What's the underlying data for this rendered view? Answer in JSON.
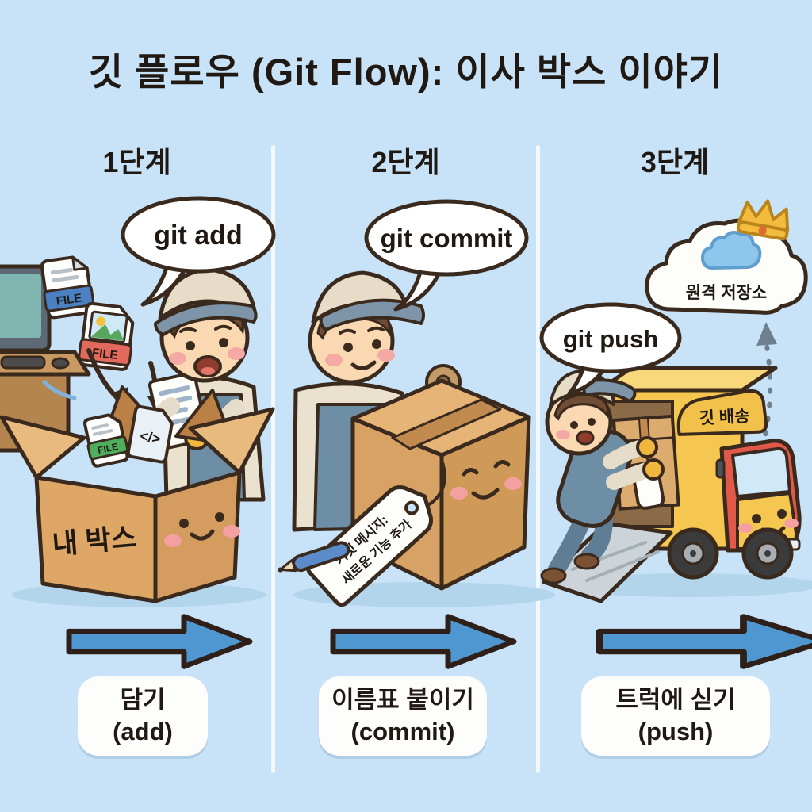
{
  "title": "깃 플로우 (Git Flow): 이사 박스 이야기",
  "panels": [
    {
      "header": "1단계",
      "bubble": "git add",
      "file_doc": "FILE",
      "file_image": "FILE",
      "file_in_box": "FILE",
      "code_glyph": "</>",
      "box_label": "내 박스",
      "caption_main": "담기",
      "caption_sub": "(add)"
    },
    {
      "header": "2단계",
      "bubble": "git commit",
      "tag_line1": "커밋 메시지:",
      "tag_line2": "새로운 기능 추가",
      "caption_main": "이름표 붙이기",
      "caption_sub": "(commit)"
    },
    {
      "header": "3단계",
      "bubble": "git push",
      "cloud_label": "원격 저장소",
      "truck_sign": "깃 배송",
      "caption_main": "트럭에 싣기",
      "caption_sub": "(push)"
    }
  ],
  "colors": {
    "background": "#c8e3f7",
    "outline": "#3a2a1e",
    "flow_arrow_blue": "#4f97d0",
    "cardboard": "#dca76a",
    "truck_yellow": "#f6c750",
    "truck_red": "#e2594a",
    "file_blue": "#4b80c3",
    "file_red": "#e2695c",
    "file_green": "#4fae5c",
    "cloud_icon_blue": "#8fc6ec",
    "crown_gold": "#f4bc3e"
  }
}
